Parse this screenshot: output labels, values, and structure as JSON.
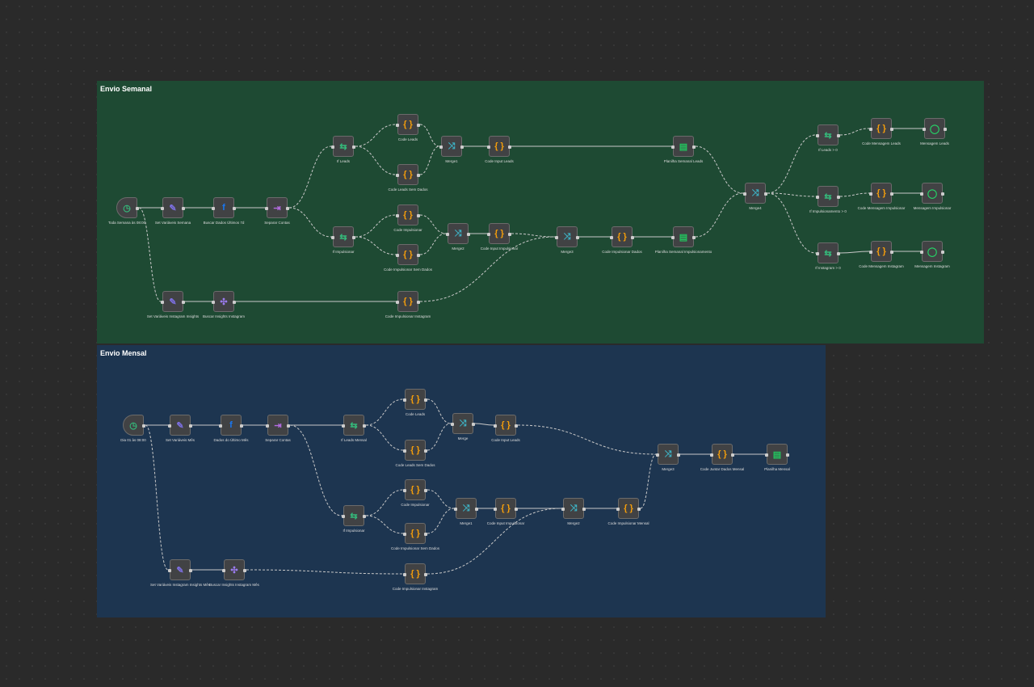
{
  "colors": {
    "canvas": "#2a2a2a",
    "group_semanal": "#1e4a33",
    "group_mensal": "#1d3550",
    "code": "#f59e0b",
    "merge": "#3db6c9",
    "if": "#35b87a",
    "set": "#7c6fe0",
    "facebook": "#1877f2",
    "sheet": "#22c55e",
    "whatsapp": "#25d366"
  },
  "groups": [
    {
      "title": "Envio Semanal"
    },
    {
      "title": "Envio Mensal"
    }
  ],
  "nodes": [
    {
      "id": "t1",
      "type": "trigger",
      "icon": "clock-icon",
      "label": "Toda Semana às 08:00"
    },
    {
      "id": "t2",
      "type": "set",
      "icon": "pencil-icon",
      "label": "Set Variáveis Semana"
    },
    {
      "id": "t3",
      "type": "facebook",
      "icon": "facebook-icon",
      "label": "Buscar Dados Últimos 7d"
    },
    {
      "id": "t4",
      "type": "split",
      "icon": "split-icon",
      "label": "Separar Contas"
    },
    {
      "id": "t5",
      "type": "if",
      "icon": "if-icon",
      "label": "If Leads"
    },
    {
      "id": "t6",
      "type": "if",
      "icon": "if-icon",
      "label": "If Impulsionar"
    },
    {
      "id": "t7",
      "type": "code",
      "icon": "code-icon",
      "label": "Code Leads"
    },
    {
      "id": "t8",
      "type": "code",
      "icon": "code-icon",
      "label": "Code Leads Sem Dados"
    },
    {
      "id": "t9",
      "type": "code",
      "icon": "code-icon",
      "label": "Code Impulsionar"
    },
    {
      "id": "t10",
      "type": "code",
      "icon": "code-icon",
      "label": "Code Impulsionar Sem Dados"
    },
    {
      "id": "t11",
      "type": "merge",
      "icon": "merge-icon",
      "label": "Merge1"
    },
    {
      "id": "t12",
      "type": "merge",
      "icon": "merge-icon",
      "label": "Merge2"
    },
    {
      "id": "t13",
      "type": "code",
      "icon": "code-icon",
      "label": "Code Input Leads"
    },
    {
      "id": "t14",
      "type": "code",
      "icon": "code-icon",
      "label": "Code Input Impulsionar"
    },
    {
      "id": "t15",
      "type": "set",
      "icon": "pencil-icon",
      "label": "Set Variáveis Instagram Insights"
    },
    {
      "id": "t16",
      "type": "instagram",
      "icon": "instagram-icon",
      "label": "Buscar Insights Instagram"
    },
    {
      "id": "t17",
      "type": "code",
      "icon": "code-icon",
      "label": "Code Impulsionar Instagram"
    },
    {
      "id": "t18",
      "type": "merge",
      "icon": "merge-icon",
      "label": "Merge3"
    },
    {
      "id": "t19",
      "type": "code",
      "icon": "code-icon",
      "label": "Code Impulsionar Dados"
    },
    {
      "id": "t20",
      "type": "sheet",
      "icon": "sheet-icon",
      "label": "Planilha Semanal Leads"
    },
    {
      "id": "t21",
      "type": "sheet",
      "icon": "sheet-icon",
      "label": "Planilha Semanal Impulsionamento"
    },
    {
      "id": "t22",
      "type": "merge",
      "icon": "merge-icon",
      "label": "Merge4"
    },
    {
      "id": "t23",
      "type": "if",
      "icon": "if-icon",
      "label": "If Leads > 0"
    },
    {
      "id": "t24",
      "type": "if",
      "icon": "if-icon",
      "label": "If Impulsionamento > 0"
    },
    {
      "id": "t25",
      "type": "if",
      "icon": "if-icon",
      "label": "If Instagram > 0"
    },
    {
      "id": "t26",
      "type": "code",
      "icon": "code-icon",
      "label": "Code Mensagem Leads"
    },
    {
      "id": "t27",
      "type": "code",
      "icon": "code-icon",
      "label": "Code Mensagem Impulsionar"
    },
    {
      "id": "t28",
      "type": "code",
      "icon": "code-icon",
      "label": "Code Mensagem Instagram"
    },
    {
      "id": "t29",
      "type": "whatsapp",
      "icon": "whatsapp-icon",
      "label": "Mensagem Leads"
    },
    {
      "id": "t30",
      "type": "whatsapp",
      "icon": "whatsapp-icon",
      "label": "Mensagem Impulsionar"
    },
    {
      "id": "t31",
      "type": "whatsapp",
      "icon": "whatsapp-icon",
      "label": "Mensagem Instagram"
    },
    {
      "id": "b1",
      "type": "trigger",
      "icon": "clock-icon",
      "label": "Dia 01 às 08:00"
    },
    {
      "id": "b2",
      "type": "set",
      "icon": "pencil-icon",
      "label": "Set Variáveis Mês"
    },
    {
      "id": "b3",
      "type": "facebook",
      "icon": "facebook-icon",
      "label": "Dados do Último Mês"
    },
    {
      "id": "b4",
      "type": "split",
      "icon": "split-icon",
      "label": "Separar Contas"
    },
    {
      "id": "b5",
      "type": "if",
      "icon": "if-icon",
      "label": "If Leads Mensal"
    },
    {
      "id": "b6",
      "type": "if",
      "icon": "if-icon",
      "label": "If Impulsionar"
    },
    {
      "id": "b7",
      "type": "code",
      "icon": "code-icon",
      "label": "Code Leads"
    },
    {
      "id": "b8",
      "type": "code",
      "icon": "code-icon",
      "label": "Code Leads Sem Dados"
    },
    {
      "id": "b9",
      "type": "code",
      "icon": "code-icon",
      "label": "Code Impulsionar"
    },
    {
      "id": "b10",
      "type": "code",
      "icon": "code-icon",
      "label": "Code Impulsionar Sem Dados"
    },
    {
      "id": "b11",
      "type": "merge",
      "icon": "merge-icon",
      "label": "Merge"
    },
    {
      "id": "b12",
      "type": "merge",
      "icon": "merge-icon",
      "label": "Merge1"
    },
    {
      "id": "b13",
      "type": "code",
      "icon": "code-icon",
      "label": "Code Input Leads"
    },
    {
      "id": "b14",
      "type": "code",
      "icon": "code-icon",
      "label": "Code Input Impulsionar"
    },
    {
      "id": "b15",
      "type": "set",
      "icon": "pencil-icon",
      "label": "Set Variáveis Instagram Insights Mês"
    },
    {
      "id": "b16",
      "type": "instagram",
      "icon": "instagram-icon",
      "label": "Buscar Insights Instagram Mês"
    },
    {
      "id": "b17",
      "type": "code",
      "icon": "code-icon",
      "label": "Code Impulsionar Instagram"
    },
    {
      "id": "b18",
      "type": "merge",
      "icon": "merge-icon",
      "label": "Merge2"
    },
    {
      "id": "b19",
      "type": "code",
      "icon": "code-icon",
      "label": "Code Impulsionar Mensal"
    },
    {
      "id": "b20",
      "type": "merge",
      "icon": "merge-icon",
      "label": "Merge3"
    },
    {
      "id": "b21",
      "type": "code",
      "icon": "code-icon",
      "label": "Code Juntar Dados Mensal"
    },
    {
      "id": "b22",
      "type": "sheet",
      "icon": "sheet-icon",
      "label": "Planilha Mensal"
    }
  ],
  "edges": [
    [
      "t1",
      "t2"
    ],
    [
      "t2",
      "t3"
    ],
    [
      "t3",
      "t4"
    ],
    [
      "t4",
      "t5"
    ],
    [
      "t4",
      "t6"
    ],
    [
      "t5",
      "t7"
    ],
    [
      "t5",
      "t8"
    ],
    [
      "t6",
      "t9"
    ],
    [
      "t6",
      "t10"
    ],
    [
      "t7",
      "t11"
    ],
    [
      "t8",
      "t11"
    ],
    [
      "t9",
      "t12"
    ],
    [
      "t10",
      "t12"
    ],
    [
      "t11",
      "t13"
    ],
    [
      "t12",
      "t14"
    ],
    [
      "t13",
      "t20"
    ],
    [
      "t14",
      "t18"
    ],
    [
      "t1",
      "t15"
    ],
    [
      "t15",
      "t16"
    ],
    [
      "t16",
      "t17"
    ],
    [
      "t17",
      "t18"
    ],
    [
      "t18",
      "t19"
    ],
    [
      "t19",
      "t21"
    ],
    [
      "t20",
      "t22"
    ],
    [
      "t21",
      "t22"
    ],
    [
      "t22",
      "t23"
    ],
    [
      "t22",
      "t24"
    ],
    [
      "t22",
      "t25"
    ],
    [
      "t23",
      "t26"
    ],
    [
      "t24",
      "t27"
    ],
    [
      "t25",
      "t28"
    ],
    [
      "t26",
      "t29"
    ],
    [
      "t27",
      "t30"
    ],
    [
      "t28",
      "t31"
    ],
    [
      "b1",
      "b2"
    ],
    [
      "b2",
      "b3"
    ],
    [
      "b3",
      "b4"
    ],
    [
      "b4",
      "b5"
    ],
    [
      "b4",
      "b6"
    ],
    [
      "b5",
      "b7"
    ],
    [
      "b5",
      "b8"
    ],
    [
      "b6",
      "b9"
    ],
    [
      "b6",
      "b10"
    ],
    [
      "b7",
      "b11"
    ],
    [
      "b8",
      "b11"
    ],
    [
      "b9",
      "b12"
    ],
    [
      "b10",
      "b12"
    ],
    [
      "b11",
      "b13"
    ],
    [
      "b12",
      "b14"
    ],
    [
      "b14",
      "b18"
    ],
    [
      "b1",
      "b15"
    ],
    [
      "b15",
      "b16"
    ],
    [
      "b16",
      "b17"
    ],
    [
      "b17",
      "b18"
    ],
    [
      "b18",
      "b19"
    ],
    [
      "b13",
      "b20"
    ],
    [
      "b19",
      "b20"
    ],
    [
      "b20",
      "b21"
    ],
    [
      "b21",
      "b22"
    ]
  ]
}
